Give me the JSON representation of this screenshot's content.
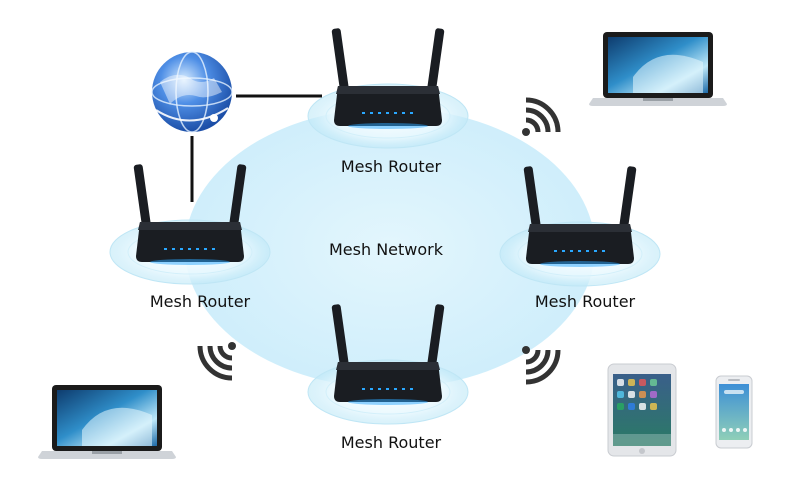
{
  "diagram": {
    "center_label": "Mesh Network",
    "routers": [
      {
        "label": "Mesh Router"
      },
      {
        "label": "Mesh Router"
      },
      {
        "label": "Mesh Router"
      },
      {
        "label": "Mesh Router"
      }
    ],
    "devices": [
      {
        "icon": "laptop-icon"
      },
      {
        "icon": "laptop-icon"
      },
      {
        "icon": "tablet-icon"
      },
      {
        "icon": "smartphone-icon"
      }
    ],
    "internet_icon": "globe-icon",
    "wifi_icon": "wifi-signal-icon",
    "colors": {
      "network_area": "#d9f2fb",
      "router_body": "#1a1d22",
      "router_led": "#2aa8ff",
      "link_line": "#111111",
      "wifi_signal": "#333333",
      "globe": "#2f6fd1"
    }
  }
}
